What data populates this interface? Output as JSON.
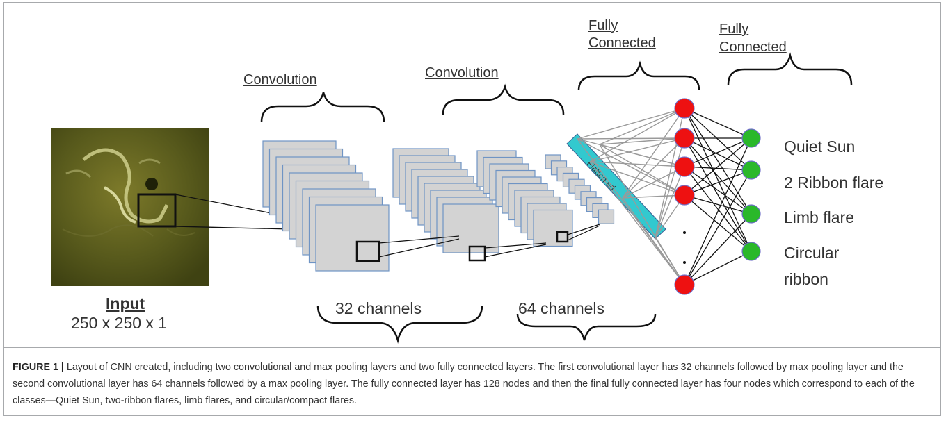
{
  "diagram": {
    "input": {
      "title": "Input",
      "dims": "250 x 250 x 1"
    },
    "headers": {
      "conv1": "Convolution",
      "conv2": "Convolution",
      "fc1_line1": "Fully",
      "fc1_line2": "Connected",
      "fc2_line1": "Fully",
      "fc2_line2": "Connected"
    },
    "channels": {
      "first": "32 channels",
      "second": "64 channels"
    },
    "flatten_label": "Flatten ed",
    "outputs": [
      "Quiet Sun",
      "2 Ribbon flare",
      "Limb flare",
      "Circular",
      "ribbon"
    ],
    "colors": {
      "map_fill": "#d3d3d3",
      "map_stroke": "#6f94c4",
      "flatten": "#32c9cf",
      "hidden_node": "#ee1111",
      "output_node": "#2ab82a"
    }
  },
  "caption": {
    "label": "FIGURE 1 |",
    "text": " Layout of CNN created, including two convolutional and max pooling layers and two fully connected layers. The first convolutional layer has 32 channels followed by max pooling layer and the second convolutional layer has 64 channels followed by a max pooling layer. The fully connected layer has 128 nodes and then the final fully connected layer has four nodes which correspond to each of the classes—Quiet Sun, two-ribbon flares, limb flares, and circular/compact flares."
  }
}
